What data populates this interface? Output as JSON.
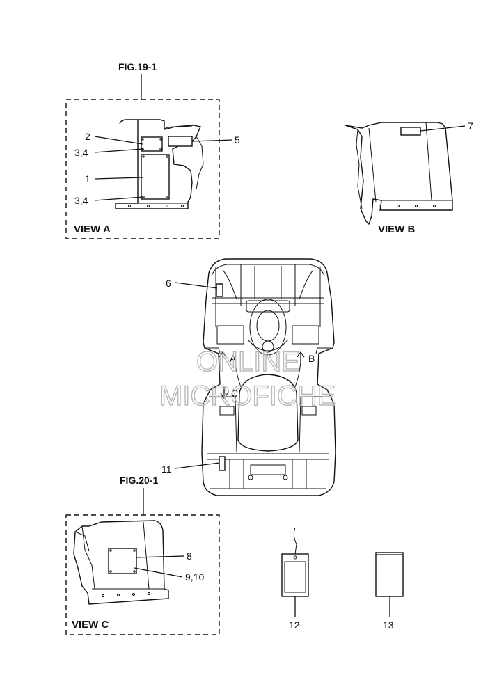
{
  "figures": {
    "fig_19": "FIG.19-1",
    "fig_20": "FIG.20-1"
  },
  "views": {
    "view_a": "VIEW A",
    "view_b": "VIEW B",
    "view_c": "VIEW C"
  },
  "callouts": {
    "c1": "1",
    "c2": "2",
    "c34a": "3,4",
    "c34b": "3,4",
    "c5": "5",
    "c6": "6",
    "c7": "7",
    "c8": "8",
    "c910": "9,10",
    "c11": "11",
    "c12": "12",
    "c13": "13"
  },
  "arrows": {
    "a": "A",
    "b": "B",
    "c": "C"
  },
  "watermark": {
    "line1": "ONLINE",
    "line2": "MICROFICHE"
  }
}
